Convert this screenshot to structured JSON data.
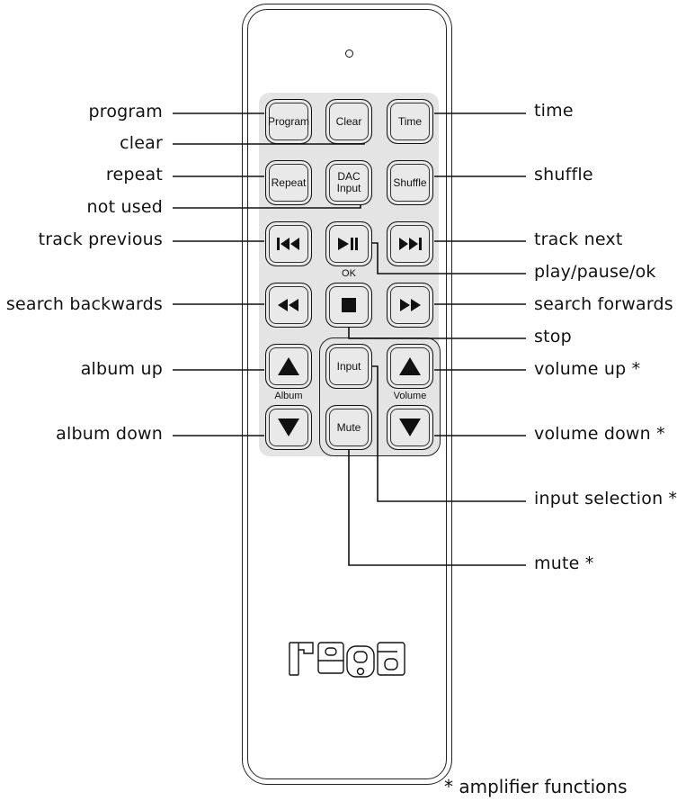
{
  "buttons": {
    "program": "Program",
    "clear": "Clear",
    "time": "Time",
    "repeat": "Repeat",
    "dac_input": "DAC\nInput",
    "shuffle": "Shuffle",
    "input": "Input",
    "mute": "Mute"
  },
  "button_captions": {
    "ok": "OK",
    "album": "Album",
    "volume": "Volume"
  },
  "icons": {
    "track_previous": "skip-previous-icon",
    "play_pause": "play-pause-icon",
    "track_next": "skip-next-icon",
    "rewind": "rewind-icon",
    "stop": "stop-icon",
    "fast_forward": "fast-forward-icon",
    "album_up": "triangle-up-icon",
    "album_down": "triangle-down-icon",
    "volume_up": "triangle-up-icon",
    "volume_down": "triangle-down-icon"
  },
  "labels_left": {
    "program": "program",
    "clear": "clear",
    "repeat": "repeat",
    "not_used": "not used",
    "track_previous": "track previous",
    "search_backwards": "search backwards",
    "album_up": "album up",
    "album_down": "album down"
  },
  "labels_right": {
    "time": "time",
    "shuffle": "shuffle",
    "track_next": "track next",
    "play_pause_ok": "play/pause/ok",
    "search_forwards": "search forwards",
    "stop": "stop",
    "volume_up": "volume up *",
    "volume_down": "volume down *",
    "input_selection": "input selection *",
    "mute": "mute *"
  },
  "footnote": "* amplifier functions",
  "logo": "rega"
}
